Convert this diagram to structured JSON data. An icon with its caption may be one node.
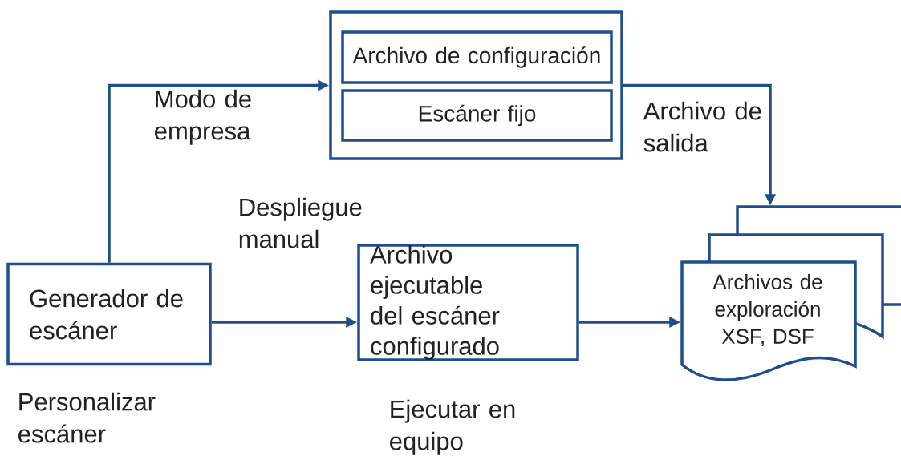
{
  "diagram": {
    "nodes": [
      {
        "text": [
          "Generador de escáner"
        ],
        "beside": [
          "Personalizar escáner"
        ]
      },
      {
        "text": [],
        "shape": "box"
      },
      {
        "text": [
          "Archivo de configuración"
        ],
        "in": 1
      },
      {
        "text": [
          "Escáner fijo"
        ],
        "in": 1
      },
      {
        "text": [
          "Archivo ejecutable del escáner configurado"
        ],
        "beside": [
          "Ejecutar en equipo"
        ]
      },
      {
        "text": [
          "Archivos de exploración XSF, DSF"
        ]
      }
    ],
    "edges": [
      {
        "from": 0,
        "to": 1,
        "arrow": "to",
        "label": "Modo de empresa"
      },
      {
        "from": 0,
        "to": 4,
        "arrow": "to",
        "label": "Despliegue manual"
      },
      {
        "from": 1,
        "to": 5,
        "arrow": "to",
        "label": "Archivo de salida"
      },
      {
        "from": 4,
        "to": 5,
        "arrow": "to"
      }
    ]
  }
}
